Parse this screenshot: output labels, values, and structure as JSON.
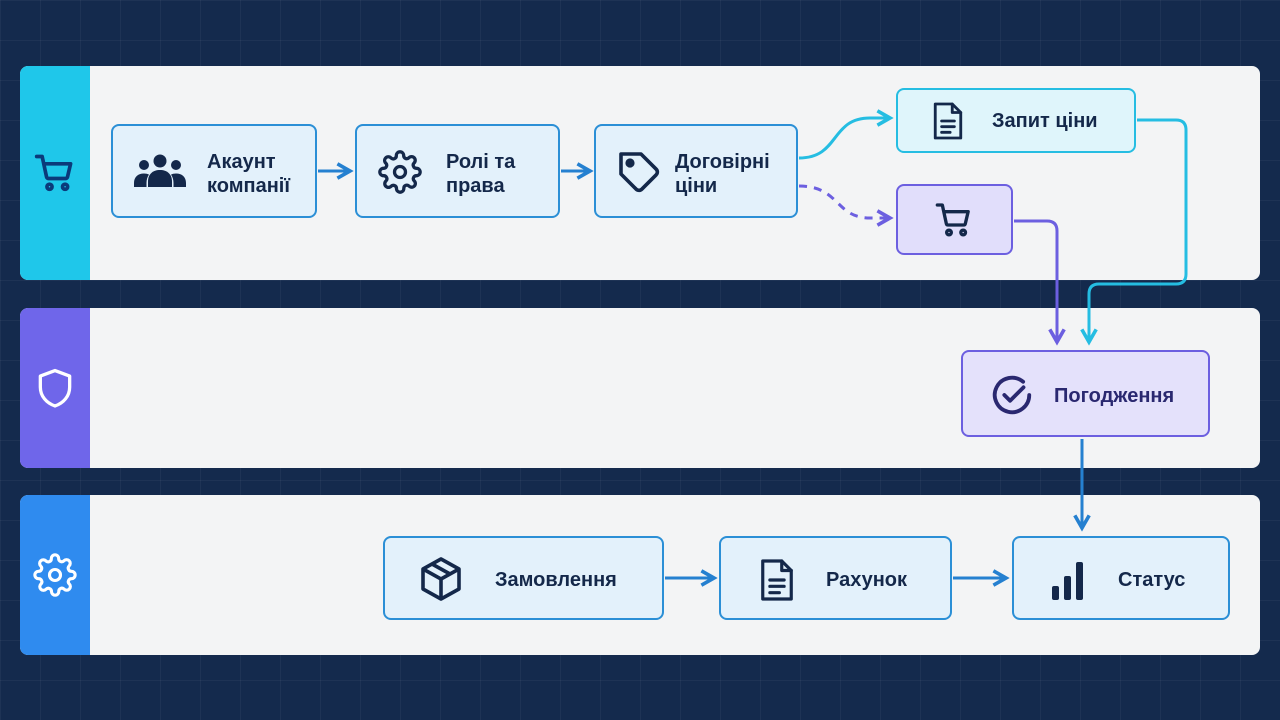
{
  "lanes": [
    {
      "icon": "shopping-cart-icon",
      "color": "#1fc7ea"
    },
    {
      "icon": "shield-icon",
      "color": "#6f66ea"
    },
    {
      "icon": "gear-icon",
      "color": "#2f8bef"
    }
  ],
  "nodes": {
    "account": {
      "label": "Акаунт\nкомпанії",
      "icon": "users-icon"
    },
    "roles": {
      "label": "Ролі та\nправа",
      "icon": "gear-icon"
    },
    "prices": {
      "label": "Договірні\nціни",
      "icon": "price-tag-icon"
    },
    "quote": {
      "label": "Запит ціни",
      "icon": "document-icon"
    },
    "cart": {
      "label": "",
      "icon": "shopping-cart-icon"
    },
    "approval": {
      "label": "Погодження",
      "icon": "check-circle-icon"
    },
    "order": {
      "label": "Замовлення",
      "icon": "package-box-icon"
    },
    "invoice": {
      "label": "Рахунок",
      "icon": "document-icon"
    },
    "status": {
      "label": "Статус",
      "icon": "bar-chart-icon"
    }
  },
  "edges": [
    {
      "from": "account",
      "to": "roles",
      "style": "solid",
      "color": "#2580d0"
    },
    {
      "from": "roles",
      "to": "prices",
      "style": "solid",
      "color": "#2580d0"
    },
    {
      "from": "prices",
      "to": "quote",
      "style": "solid",
      "color": "#25bde2"
    },
    {
      "from": "prices",
      "to": "cart",
      "style": "dashed",
      "color": "#6c5fe0"
    },
    {
      "from": "quote",
      "to": "approval",
      "style": "solid",
      "color": "#25bde2"
    },
    {
      "from": "cart",
      "to": "approval",
      "style": "solid",
      "color": "#6c5fe0"
    },
    {
      "from": "approval",
      "to": "status",
      "style": "solid",
      "color": "#2580d0"
    },
    {
      "from": "order",
      "to": "invoice",
      "style": "solid",
      "color": "#2580d0"
    },
    {
      "from": "invoice",
      "to": "status",
      "style": "solid",
      "color": "#2580d0"
    }
  ]
}
